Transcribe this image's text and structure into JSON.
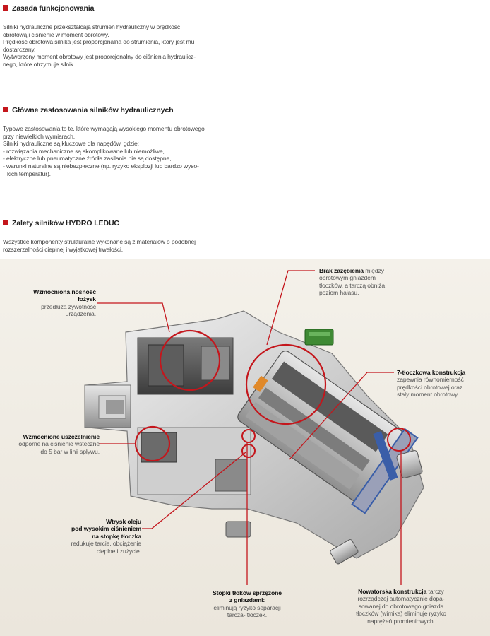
{
  "sections": [
    {
      "title": "Zasada funkcjonowania",
      "lines": [
        "Silniki hydrauliczne przekształcają strumień hydrauliczny w prędkość",
        "obrotową i ciśnienie w moment obrotowy.",
        "Prędkość obrotowa silnika jest proporcjonalna do strumienia, który jest mu",
        "dostarczany.",
        "Wytworzony moment obrotowy jest proporcjonalny do ciśnienia hydraulicz-",
        "nego, które otrzymuje silnik."
      ]
    },
    {
      "title": "Główne zastosowania silników hydraulicznych",
      "lines": [
        "Typowe zastosowania to te, które wymagają wysokiego momentu obrotowego",
        "przy niewielkich wymiarach.",
        "Silniki hydrauliczne są kluczowe dla napędów, gdzie:",
        "- rozwiązania mechaniczne są skomplikowane lub niemożliwe,",
        "- elektryczne lub pneumatyczne źródła zasilania nie są dostępne,",
        "- warunki naturalne są niebezpieczne (np. ryzyko eksplozji lub bardzo wyso-",
        "  kich temperatur)."
      ]
    },
    {
      "title": "Zalety silników HYDRO LEDUC",
      "lines": [
        "Wszystkie komponenty strukturalne wykonane są z materiałów o podobnej",
        "rozszerzalności cieplnej i wyjątkowej trwałości."
      ]
    }
  ],
  "callouts": {
    "bearing": {
      "title_1": "Wzmocniona nośność",
      "title_2": "łożysk",
      "desc_1": "przedłuża żywotność",
      "desc_2": "urządzenia."
    },
    "gear": {
      "title": "Brak zazębienia",
      "desc_0": " między",
      "desc_1": "obrotowym gniazdem",
      "desc_2": "tłoczków, a tarczą obniża",
      "desc_3": "poziom hałasu."
    },
    "pistons": {
      "title": "7-tłoczkowa konstrukcja",
      "desc_1": "zapewnia równomierność",
      "desc_2": "prędkości obrotowej oraz",
      "desc_3": "stały moment obrotowy."
    },
    "seal": {
      "title": "Wzmocnione uszczelnienie",
      "desc_1": "odporne na ciśnienie wsteczne",
      "desc_2": "do 5 bar w linii spływu."
    },
    "oil": {
      "title_1": "Wtrysk oleju",
      "title_2": "pod wysokim ciśnieniem",
      "title_3": "na stopkę tłoczka",
      "desc_1": "redukuje tarcie, obciążenie",
      "desc_2": "cieplne i zużycie."
    },
    "shoes": {
      "title_1": "Stopki tłoków sprzężone",
      "title_2": "z gniazdami:",
      "desc_1": "eliminują ryzyko separacji",
      "desc_2": "tarcza- tłoczek."
    },
    "plate": {
      "title": "Nowatorska konstrukcja",
      "desc_0": " tarczy",
      "desc_1": "rozrządczej automatycznie dopa-",
      "desc_2": "sowanej do obrotowego gniazda",
      "desc_3": "tłoczków (wirnika) eliminuje ryzyko",
      "desc_4": "naprężeń promieniowych."
    }
  },
  "colors": {
    "accent": "#c4161c",
    "green_port": "#3f8a34",
    "blue_seal": "#3a5ea8"
  }
}
